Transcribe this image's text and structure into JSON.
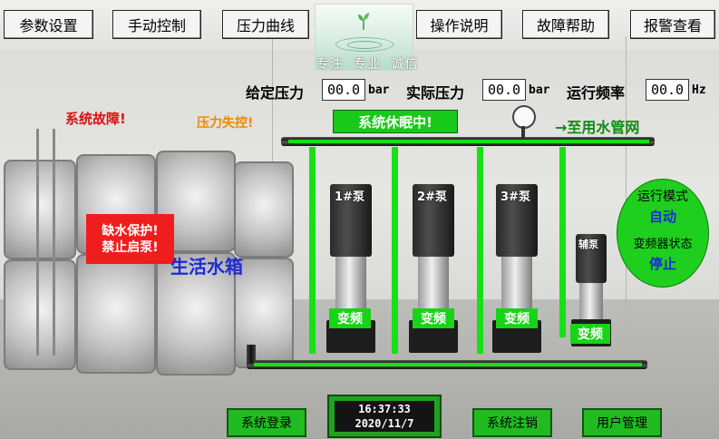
{
  "toolbar": {
    "param_settings": "参数设置",
    "manual_control": "手动控制",
    "pressure_curve": "压力曲线",
    "operation_guide": "操作说明",
    "fault_help": "故障帮助",
    "alarm_view": "报警查看"
  },
  "logo": {
    "slogan": "专注 专业 诚信"
  },
  "readouts": {
    "set_pressure_label": "给定压力",
    "set_pressure_value": "00.0",
    "set_pressure_unit": "bar",
    "actual_pressure_label": "实际压力",
    "actual_pressure_value": "00.0",
    "actual_pressure_unit": "bar",
    "frequency_label": "运行频率",
    "frequency_value": "00.0",
    "frequency_unit": "Hz"
  },
  "alarms": {
    "system_fault": "系统故障!",
    "pressure_loss": "压力失控!",
    "sleep_status": "系统休眠中!",
    "water_shortage_line1": "缺水保护!",
    "water_shortage_line2": "禁止启泵!"
  },
  "flow": {
    "to_network": "→至用水管网"
  },
  "tank": {
    "label": "生活水箱"
  },
  "pumps": [
    {
      "label": "1#泵",
      "mode": "变频"
    },
    {
      "label": "2#泵",
      "mode": "变频"
    },
    {
      "label": "3#泵",
      "mode": "变频"
    },
    {
      "label": "辅泵",
      "mode": "变频"
    }
  ],
  "status_panel": {
    "run_mode_label": "运行模式",
    "run_mode_value": "自动",
    "vfd_status_label": "变频器状态",
    "vfd_status_value": "停止"
  },
  "bottom": {
    "login": "系统登录",
    "logout": "系统注销",
    "user_manage": "用户管理",
    "time": "16:37:33",
    "date": "2020/11/7"
  },
  "colors": {
    "accent_green": "#19c919",
    "alarm_red": "#e01010",
    "alarm_orange": "#f08a00",
    "tank_label_blue": "#1c2bd4",
    "status_blue": "#1c2bd4",
    "status_red": "#c81818"
  },
  "icons": [
    "sprout-logo-icon",
    "pressure-gauge-icon",
    "arrow-right-icon"
  ]
}
